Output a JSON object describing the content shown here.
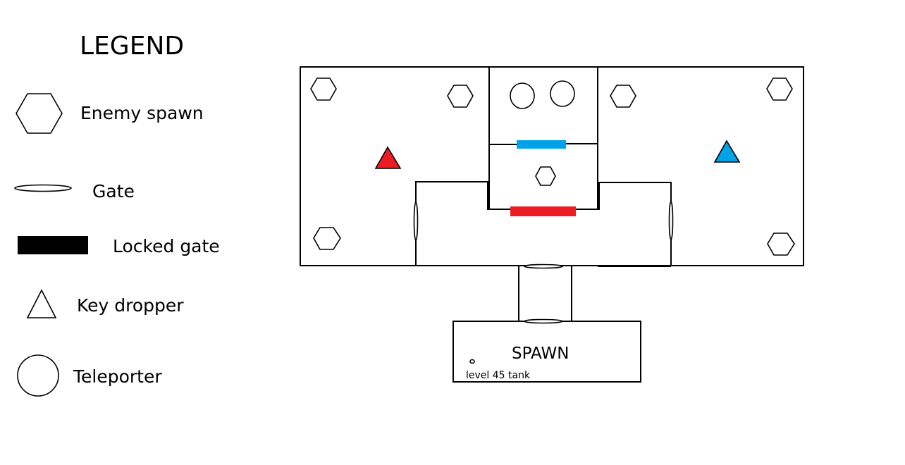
{
  "legend": {
    "title": "LEGEND",
    "items": [
      {
        "icon": "hexagon-icon",
        "label": "Enemy spawn"
      },
      {
        "icon": "gate-icon",
        "label": "Gate"
      },
      {
        "icon": "locked-gate-icon",
        "label": "Locked gate"
      },
      {
        "icon": "triangle-icon",
        "label": "Key dropper"
      },
      {
        "icon": "circle-icon",
        "label": "Teleporter"
      }
    ]
  },
  "map": {
    "spawn_label": "SPAWN",
    "player_label": "level 45 tank",
    "colors": {
      "red": "#ed1c24",
      "blue": "#00a2e8",
      "line": "#000000",
      "background": "#ffffff"
    }
  }
}
